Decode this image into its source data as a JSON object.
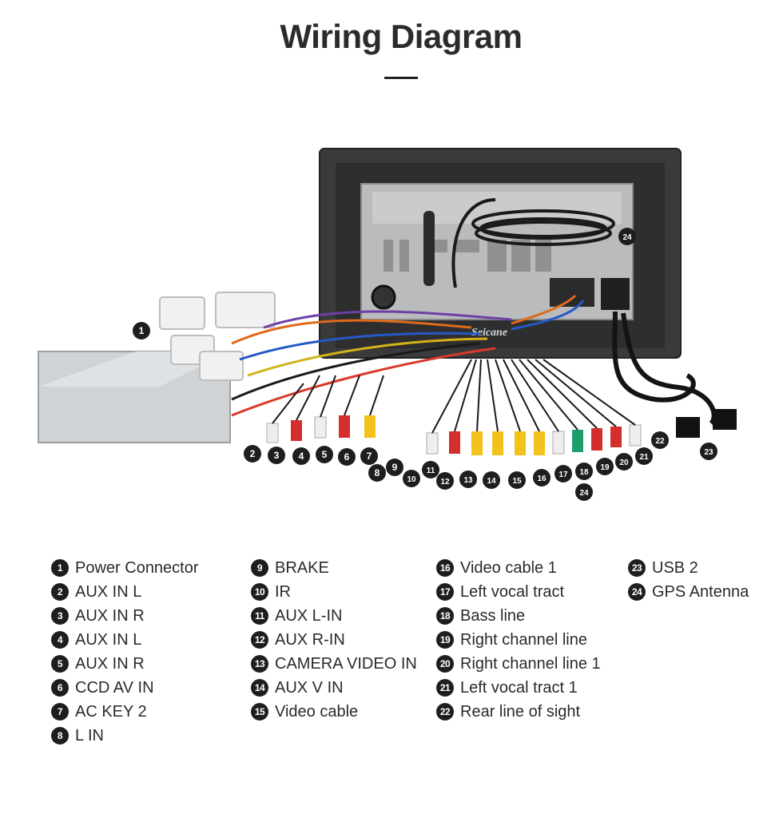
{
  "header": {
    "title": "Wiring Diagram"
  },
  "brand": {
    "watermark": "Seicane"
  },
  "callouts": [
    "1",
    "2",
    "3",
    "4",
    "5",
    "6",
    "7",
    "8",
    "9",
    "10",
    "11",
    "12",
    "13",
    "14",
    "15",
    "16",
    "17",
    "18",
    "19",
    "20",
    "21",
    "22",
    "23",
    "24",
    "24"
  ],
  "legend": {
    "col1": [
      {
        "n": "1",
        "label": "Power Connector"
      },
      {
        "n": "2",
        "label": "AUX IN L"
      },
      {
        "n": "3",
        "label": "AUX IN R"
      },
      {
        "n": "4",
        "label": "AUX IN L"
      },
      {
        "n": "5",
        "label": "AUX IN R"
      },
      {
        "n": "6",
        "label": "CCD AV IN"
      },
      {
        "n": "7",
        "label": "AC KEY 2"
      },
      {
        "n": "8",
        "label": "L IN"
      }
    ],
    "col2": [
      {
        "n": "9",
        "label": "BRAKE"
      },
      {
        "n": "10",
        "label": "IR"
      },
      {
        "n": "11",
        "label": "AUX L-IN"
      },
      {
        "n": "12",
        "label": "AUX R-IN"
      },
      {
        "n": "13",
        "label": "CAMERA VIDEO IN"
      },
      {
        "n": "14",
        "label": "AUX V IN"
      },
      {
        "n": "15",
        "label": "Video cable"
      }
    ],
    "col3": [
      {
        "n": "16",
        "label": "Video cable 1"
      },
      {
        "n": "17",
        "label": "Left vocal tract"
      },
      {
        "n": "18",
        "label": "Bass line"
      },
      {
        "n": "19",
        "label": "Right channel line"
      },
      {
        "n": "20",
        "label": "Right channel line 1"
      },
      {
        "n": "21",
        "label": "Left vocal tract 1"
      },
      {
        "n": "22",
        "label": "Rear line of sight"
      }
    ],
    "col4": [
      {
        "n": "23",
        "label": "USB 2"
      },
      {
        "n": "24",
        "label": "GPS Antenna"
      }
    ]
  }
}
